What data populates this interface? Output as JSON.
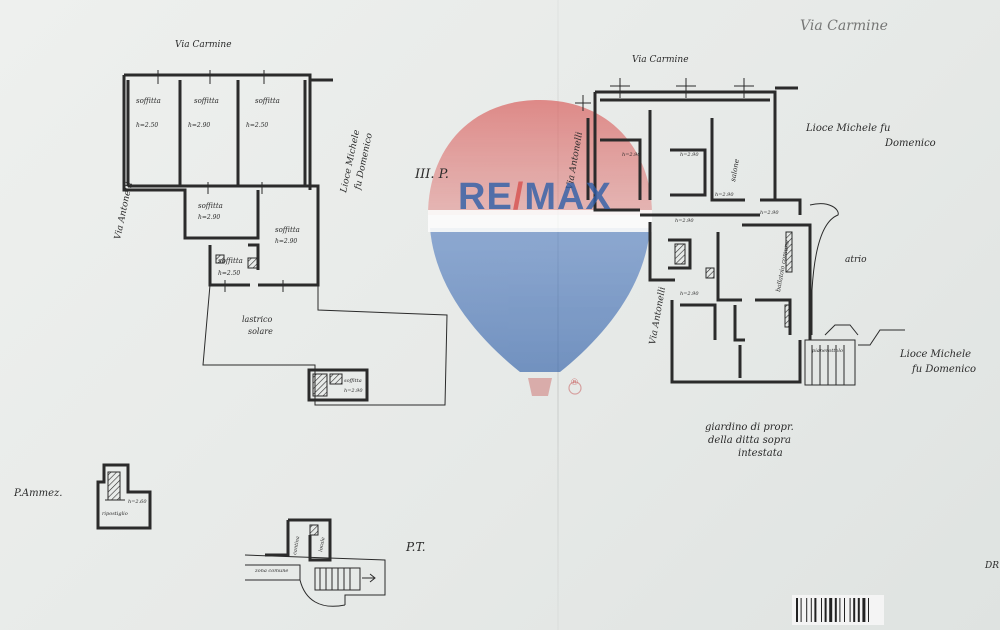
{
  "watermark": {
    "brand_left": "RE",
    "brand_sep": "/",
    "brand_right": "MAX",
    "registered": "®",
    "colors": {
      "red": "#d7514f",
      "blue": "#2f5fa8",
      "white": "#ffffff"
    }
  },
  "plan_left": {
    "street_top": "Via Carmine",
    "street_left": "Via Antonelli",
    "neighbor_line1": "Lioce Michele",
    "neighbor_line2": "fu Domenico",
    "floor_label": "III. P.",
    "rooms": [
      {
        "name": "soffitta",
        "height": "h=2.50"
      },
      {
        "name": "soffitta",
        "height": "h=2.90"
      },
      {
        "name": "soffitta",
        "height": "h=2.50"
      },
      {
        "name": "soffitta",
        "height": "h=2.90"
      },
      {
        "name": "soffitta",
        "height": "h=2.90"
      },
      {
        "name": "soffitta",
        "height": "h=2.50"
      }
    ],
    "terrace_line1": "lastrico",
    "terrace_line2": "solare",
    "stair_room": "soffitta",
    "stair_height": "h=2.90"
  },
  "plan_right": {
    "street_top": "Via Carmine",
    "street_left_upper": "Via Antonelli",
    "street_left_lower": "Via Antonelli",
    "neighbor_top_line1": "Lioce Michele fu",
    "neighbor_top_line2": "Domenico",
    "neighbor_bottom_line1": "Lioce Michele",
    "neighbor_bottom_line2": "fu Domenico",
    "salone": "salone",
    "atrio": "atrio",
    "ballatoio": "ballatoio comune",
    "pianerottolo": "pianerottolo",
    "heights": [
      "h=2.90",
      "h=2.90",
      "h=2.90",
      "h=2.90",
      "h=2.90",
      "h=2.90"
    ],
    "garden_line1": "giardino di propr.",
    "garden_line2": "della ditta sopra",
    "garden_line3": "intestata"
  },
  "plan_annex": {
    "label": "P.Ammez.",
    "room": "ripostiglio",
    "height": "h=2.60"
  },
  "plan_ground": {
    "label": "P.T.",
    "corridor": "zona comune",
    "rooms": [
      "cantina",
      "locale"
    ]
  },
  "corner_text": "DR",
  "top_right_faded": "Via Carmine"
}
